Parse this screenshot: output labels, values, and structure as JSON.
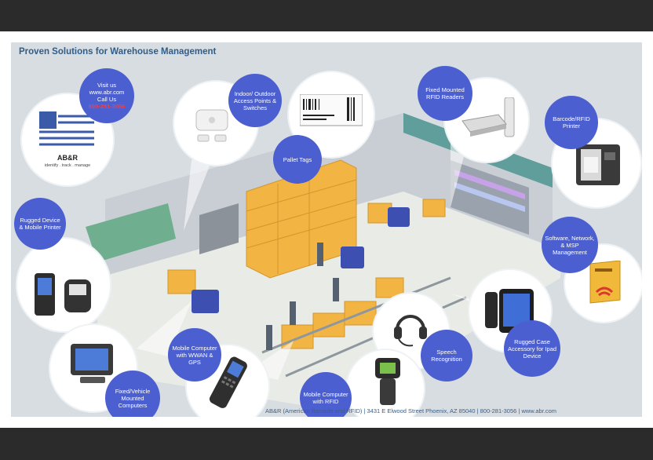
{
  "poster": {
    "title": "Proven Solutions for Warehouse Management",
    "footer": "AB&R (American Barcode and RFID) | 3431 E Elwood Street Phoenix, AZ 85040 | 800-281-3056 | www.abr.com"
  },
  "logo": {
    "name": "AB&R",
    "tagline": "identify . track . manage"
  },
  "contact": {
    "line1": "Visit us",
    "line2": "www.abr.com",
    "line3": "Call Us",
    "phone": "800-281-3056"
  },
  "labels": {
    "access_points": "Indoor/ Outdoor Access Points & Switches",
    "pallet_tags": "Pallet Tags",
    "fixed_rfid": "Fixed Mounted RFID Readers",
    "barcode_printer": "Barcode/RFID Printer",
    "software": "Software, Network, & MSP Management",
    "rugged_device": "Rugged Device & Mobile Printer",
    "rugged_ipad": "Rugged Case Accessory for Ipad Device",
    "speech": "Speech Recognition",
    "mobile_rfid": "Mobile Computer with RFID",
    "mobile_wwan": "Mobile Computer with WWAN & GPS",
    "vehicle_computers": "Fixed/Vehicle Mounted Computers"
  },
  "colors": {
    "bubble": "#4b5fd0",
    "title": "#2f5d8a",
    "floor": "#e9ece6",
    "box": "#f2b544",
    "forklift": "#3d4fb0"
  }
}
